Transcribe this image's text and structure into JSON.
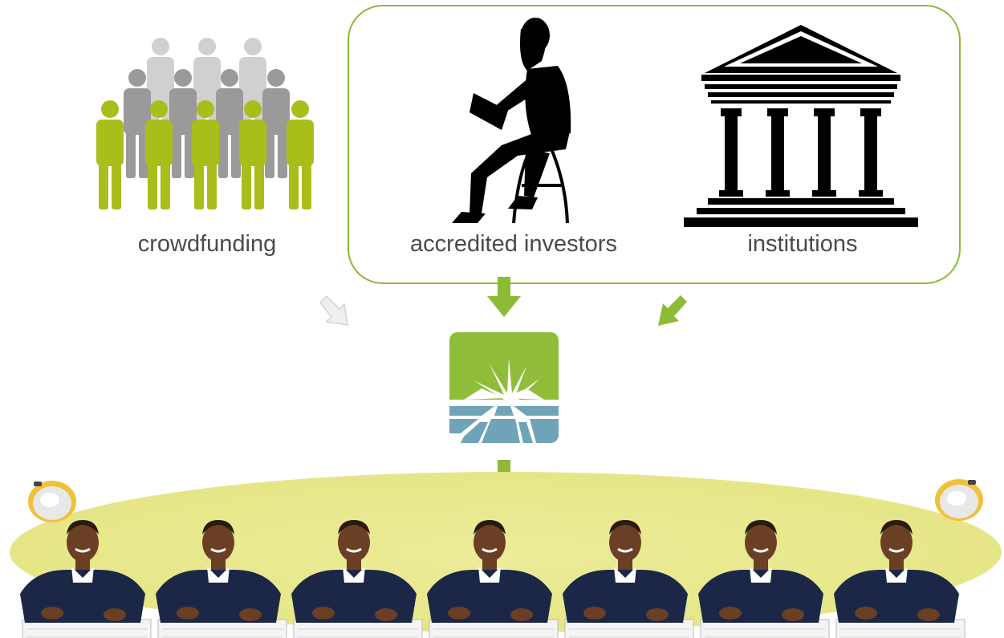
{
  "labels": {
    "crowdfunding": "crowdfunding",
    "accredited_investors": "accredited investors",
    "institutions": "institutions"
  },
  "colors": {
    "accent_green": "#8db83a",
    "figure_green": "#a7bd19",
    "figure_gray": "#999999",
    "figure_lightgray": "#cccccc",
    "logo_blue": "#6fa3b8",
    "ellipse_yellow": "#e6e688"
  },
  "icons": {
    "crowd": "crowd-people-icon",
    "investor": "seated-woman-laptop-icon",
    "institution": "classical-building-icon",
    "logo": "sunrise-logo-icon",
    "lamp": "solar-lamp-icon",
    "student": "student-writing-icon"
  },
  "students_count": 7
}
